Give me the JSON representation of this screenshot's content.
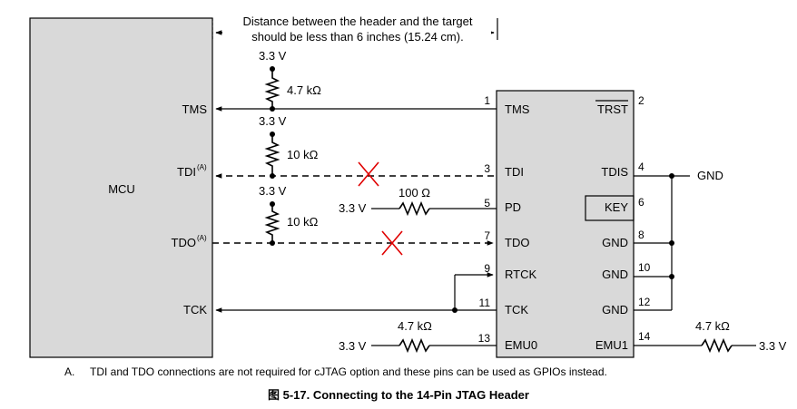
{
  "distance_note": {
    "line1": "Distance between the header and the target",
    "line2": "should be less than 6 inches (15.24 cm)."
  },
  "mcu": {
    "label": "MCU",
    "pins": {
      "tms": "TMS",
      "tdi": "TDI",
      "tdo": "TDO",
      "tck": "TCK",
      "superscript": "(A)"
    }
  },
  "pullups": [
    {
      "supply": "3.3 V",
      "value": "4.7 kΩ"
    },
    {
      "supply": "3.3 V",
      "value": "10 kΩ"
    },
    {
      "supply": "3.3 V",
      "value": "10 kΩ"
    }
  ],
  "series": {
    "pd": {
      "supply": "3.3 V",
      "value": "100 Ω"
    },
    "emu0": {
      "supply": "3.3 V",
      "value": "4.7 kΩ"
    },
    "emu1": {
      "supply": "3.3 V",
      "value": "4.7 kΩ"
    }
  },
  "header": {
    "left_pins": [
      {
        "num": "1",
        "name": "TMS"
      },
      {
        "num": "3",
        "name": "TDI"
      },
      {
        "num": "5",
        "name": "PD"
      },
      {
        "num": "7",
        "name": "TDO"
      },
      {
        "num": "9",
        "name": "RTCK"
      },
      {
        "num": "11",
        "name": "TCK"
      },
      {
        "num": "13",
        "name": "EMU0"
      }
    ],
    "right_pins": [
      {
        "num": "2",
        "name": "TRST"
      },
      {
        "num": "4",
        "name": "TDIS"
      },
      {
        "num": "6",
        "name": "KEY"
      },
      {
        "num": "8",
        "name": "GND"
      },
      {
        "num": "10",
        "name": "GND"
      },
      {
        "num": "12",
        "name": "GND"
      },
      {
        "num": "14",
        "name": "EMU1"
      }
    ]
  },
  "gnd_label": "GND",
  "footnote": {
    "marker": "A.",
    "text": "TDI and TDO connections are not required for cJTAG option and these pins can be used as GPIOs instead."
  },
  "caption": "图 5-17. Connecting to the 14-Pin JTAG Header"
}
